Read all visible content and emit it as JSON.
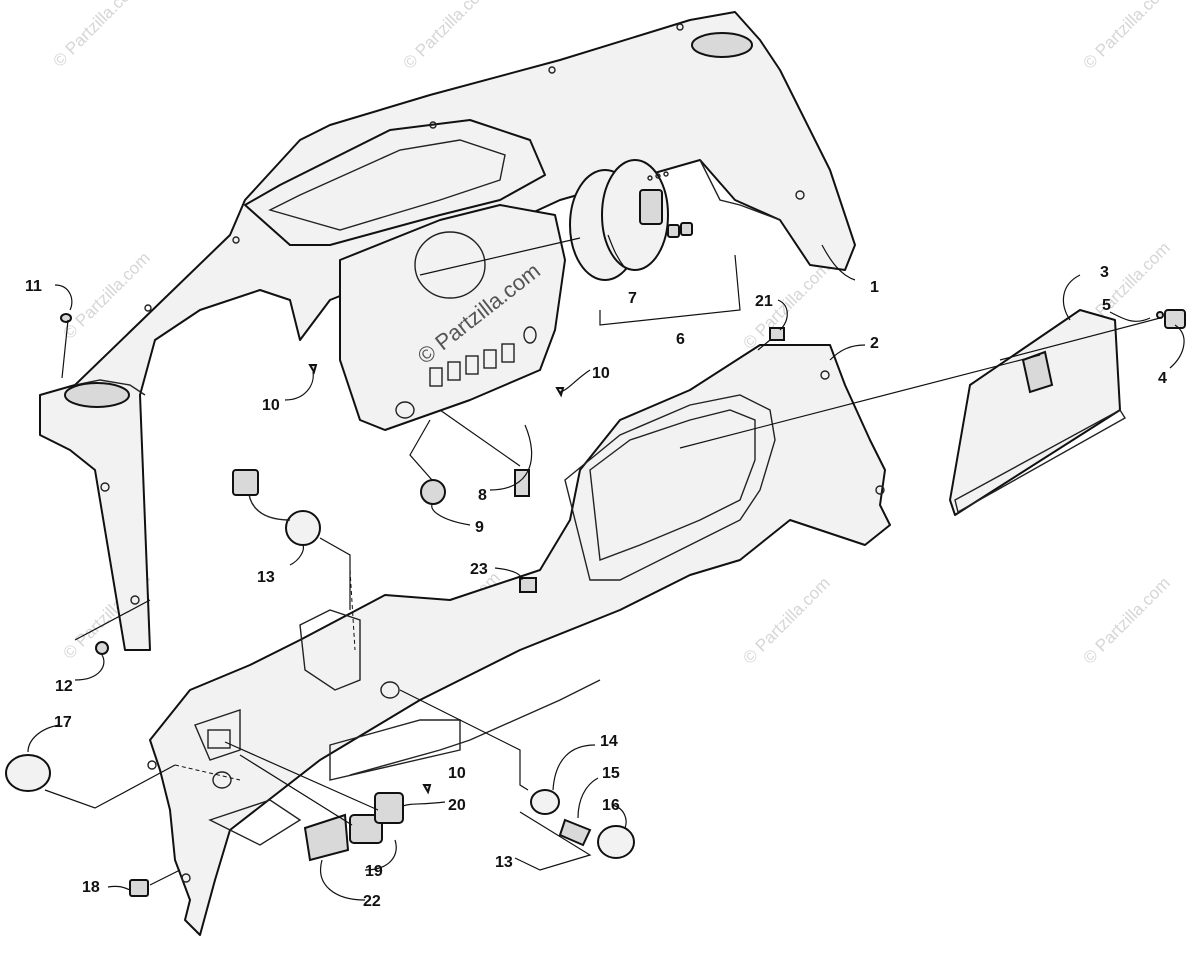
{
  "watermark": {
    "text": "© Partzilla.com",
    "center_text": "© Partzilla.com"
  },
  "callouts": [
    "1",
    "2",
    "3",
    "4",
    "5",
    "6",
    "7",
    "8",
    "9",
    "10",
    "10",
    "10",
    "11",
    "12",
    "13",
    "13",
    "14",
    "15",
    "16",
    "17",
    "18",
    "19",
    "20",
    "21",
    "22",
    "23"
  ]
}
